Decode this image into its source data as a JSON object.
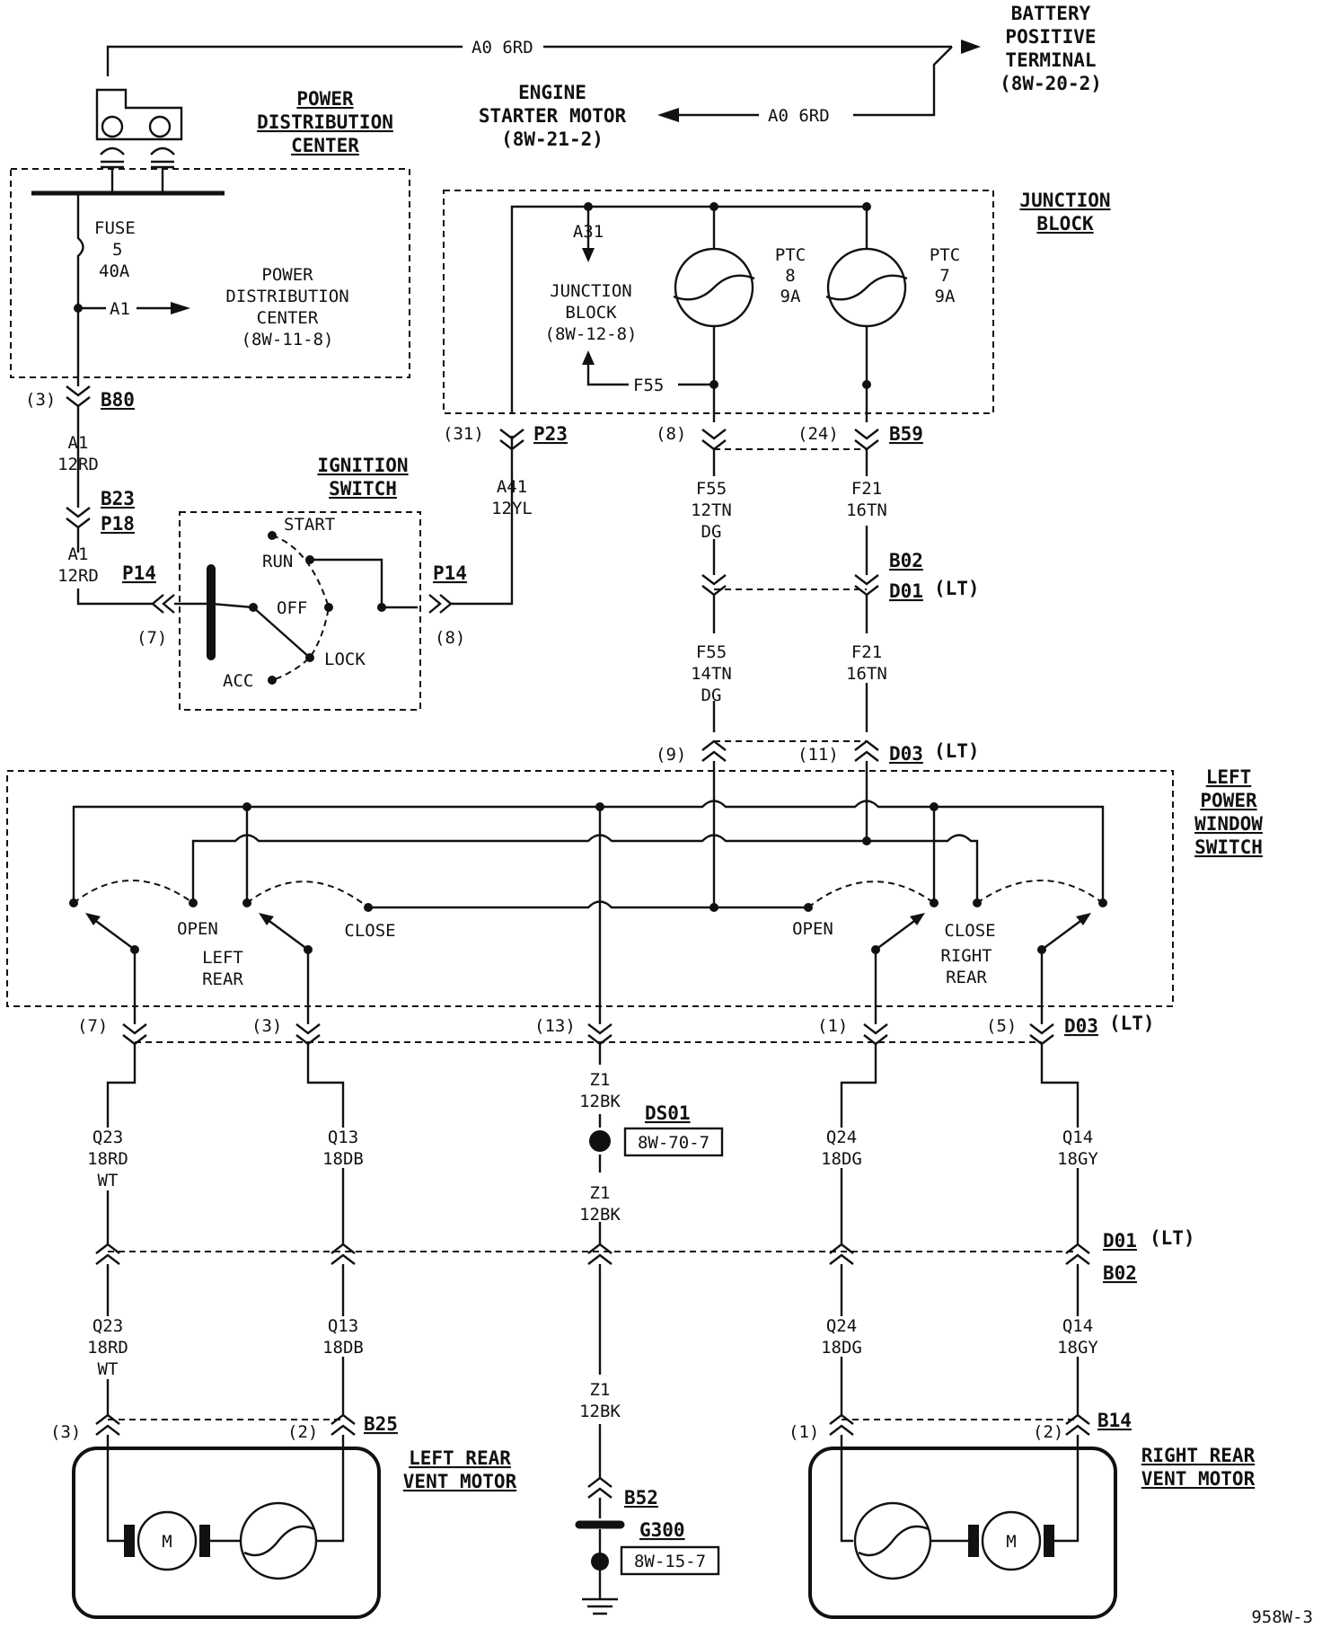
{
  "battery": {
    "title_lines": [
      "BATTERY",
      "POSITIVE",
      "TERMINAL",
      "(8W-20-2)"
    ],
    "wire_top": "A0 6RD",
    "wire_starter": "A0 6RD"
  },
  "starter": {
    "title_lines": [
      "ENGINE",
      "STARTER MOTOR",
      "(8W-21-2)"
    ]
  },
  "pdc": {
    "title_lines": [
      "POWER",
      "DISTRIBUTION",
      "CENTER"
    ],
    "fuse_lines": [
      "FUSE",
      "5",
      "40A"
    ],
    "circuit": "A1",
    "ref_lines": [
      "POWER",
      "DISTRIBUTION",
      "CENTER",
      "(8W-11-8)"
    ]
  },
  "junction_block": {
    "title_lines": [
      "JUNCTION",
      "BLOCK"
    ],
    "circuit_in": "A31",
    "ref_lines": [
      "JUNCTION",
      "BLOCK",
      "(8W-12-8)"
    ],
    "circuit_f55": "F55",
    "ptc8_lines": [
      "PTC",
      "8",
      "9A"
    ],
    "ptc7_lines": [
      "PTC",
      "7",
      "9A"
    ]
  },
  "ignition": {
    "title_lines": [
      "IGNITION",
      "SWITCH"
    ],
    "positions": {
      "start": "START",
      "run": "RUN",
      "off": "OFF",
      "lock": "LOCK",
      "acc": "ACC"
    },
    "connector_left": "P14",
    "connector_right": "P14",
    "pin_left": "(7)",
    "pin_right": "(8)"
  },
  "connectors": {
    "b80": {
      "pin": "(3)",
      "name": "B80"
    },
    "b23": "B23",
    "p18": "P18",
    "p23": {
      "pin": "(31)",
      "name": "P23"
    },
    "b59": {
      "pin_f55": "(8)",
      "pin_f21": "(24)",
      "name": "B59"
    },
    "b02_top": "B02",
    "d01_top": "D01",
    "d01_top_suffix": "(LT)",
    "d03_top": {
      "pin_f55": "(9)",
      "pin_f21": "(11)",
      "name": "D03",
      "suffix": "(LT)"
    },
    "d03_bottom": {
      "pins": [
        "(7)",
        "(3)",
        "(13)",
        "(1)",
        "(5)"
      ],
      "name": "D03",
      "suffix": "(LT)"
    },
    "d01_bottom": "D01",
    "d01_bottom_suffix": "(LT)",
    "b02_bottom": "B02",
    "b25": {
      "pin_left": "(3)",
      "pin_right": "(2)",
      "name": "B25"
    },
    "b14": {
      "pin_left": "(1)",
      "pin_right": "(2)",
      "name": "B14"
    },
    "b52": "B52",
    "g300": "G300",
    "g300_ref": "8W-15-7",
    "ds01": "DS01",
    "ds01_ref": "8W-70-7"
  },
  "wires": {
    "a1_upper": [
      "A1",
      "12RD"
    ],
    "a1_lower": [
      "A1",
      "12RD"
    ],
    "a41": [
      "A41",
      "12YL"
    ],
    "f55_upper": [
      "F55",
      "12TN",
      "DG"
    ],
    "f21_upper": [
      "F21",
      "16TN"
    ],
    "f55_lower": [
      "F55",
      "14TN",
      "DG"
    ],
    "f21_lower": [
      "F21",
      "16TN"
    ],
    "q23_upper": [
      "Q23",
      "18RD",
      "WT"
    ],
    "q13_upper": [
      "Q13",
      "18DB"
    ],
    "z1_a": [
      "Z1",
      "12BK"
    ],
    "q24_upper": [
      "Q24",
      "18DG"
    ],
    "q14_upper": [
      "Q14",
      "18GY"
    ],
    "z1_b": [
      "Z1",
      "12BK"
    ],
    "q23_lower": [
      "Q23",
      "18RD",
      "WT"
    ],
    "q13_lower": [
      "Q13",
      "18DB"
    ],
    "z1_c": [
      "Z1",
      "12BK"
    ],
    "q24_lower": [
      "Q24",
      "18DG"
    ],
    "q14_lower": [
      "Q14",
      "18GY"
    ]
  },
  "window_switch": {
    "title_lines": [
      "LEFT",
      "POWER",
      "WINDOW",
      "SWITCH"
    ],
    "left": {
      "open": "OPEN",
      "close": "CLOSE",
      "name_lines": [
        "LEFT",
        "REAR"
      ]
    },
    "right": {
      "open": "OPEN",
      "close": "CLOSE",
      "name_lines": [
        "RIGHT",
        "REAR"
      ]
    }
  },
  "motors": {
    "left": {
      "title_lines": [
        "LEFT REAR",
        "VENT MOTOR"
      ],
      "motor": "M"
    },
    "right": {
      "title_lines": [
        "RIGHT REAR",
        "VENT MOTOR"
      ],
      "motor": "M"
    }
  },
  "figure_id": "958W-3"
}
